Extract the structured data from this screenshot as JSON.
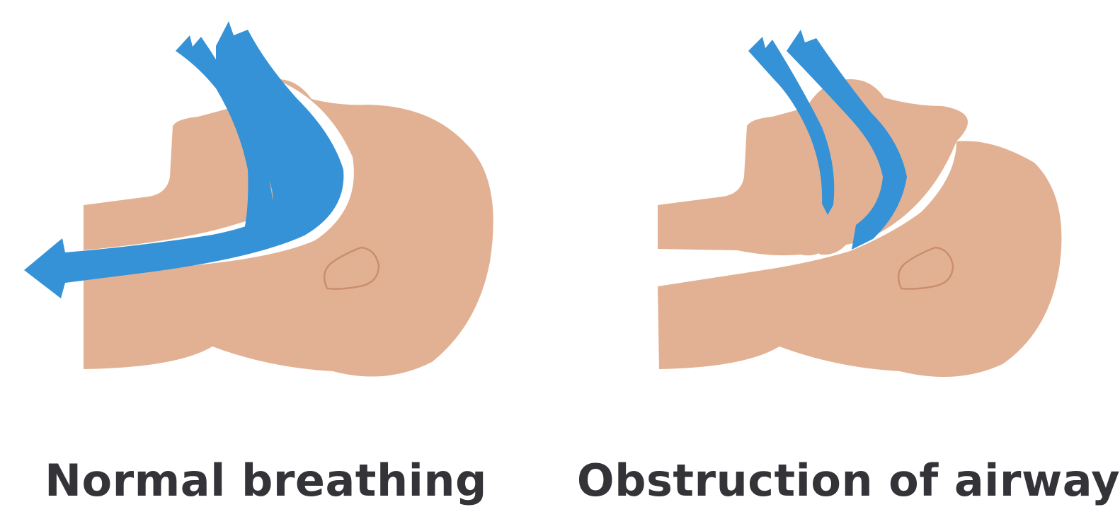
{
  "colors": {
    "skin": "#E2B193",
    "air": "#3592D6",
    "ear_line": "#C98E6E",
    "caption_text": "#333338",
    "background": "#FFFFFF"
  },
  "panels": [
    {
      "caption": "Normal breathing",
      "airway_state": "open"
    },
    {
      "caption": "Obstruction of airway",
      "airway_state": "obstructed"
    }
  ]
}
